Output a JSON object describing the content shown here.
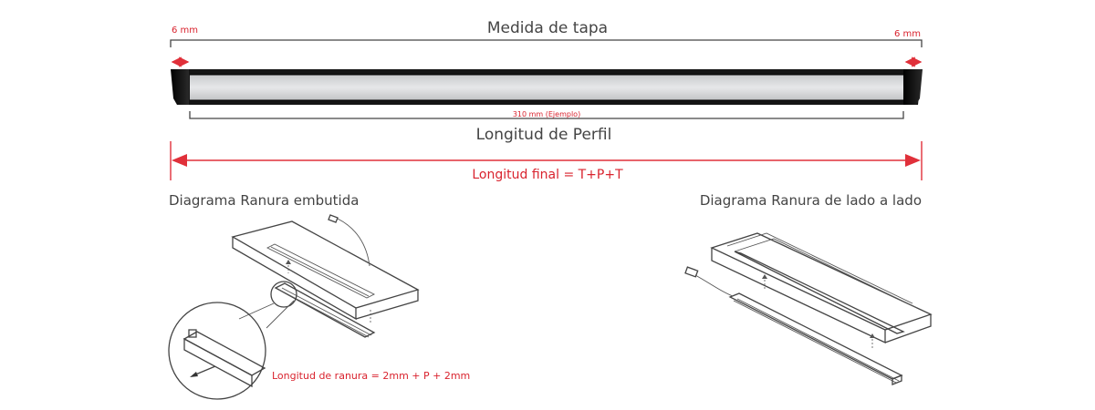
{
  "diagram": {
    "cover_label": "Medida de tapa",
    "left_cap": "6 mm",
    "right_cap": "6 mm",
    "example_label": "310 mm (Ejemplo)",
    "profile_label": "Longitud de Perfil",
    "final_length": "Longitud final = T+P+T",
    "recessed_title": "Diagrama Ranura embutida",
    "side_title": "Diagrama Ranura de lado a lado",
    "groove_formula": "Longitud de ranura = 2mm + P + 2mm"
  },
  "colors": {
    "text": "#444444",
    "accent_red": "#d9232e",
    "profile_body": "#1a1a1a",
    "diffuser": "#d9dadc"
  }
}
